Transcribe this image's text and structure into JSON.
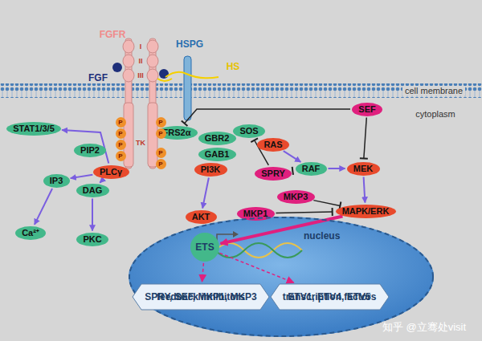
{
  "diagram": {
    "nodes": [
      {
        "text": [
          "SEF"
        ]
      },
      {
        "text": [
          "FRS2α"
        ]
      },
      {
        "text": [
          "GBR2"
        ]
      },
      {
        "text": [
          "SOS"
        ]
      },
      {
        "text": [
          "RAS"
        ]
      },
      {
        "text": [
          "RAF"
        ]
      },
      {
        "text": [
          "MEK"
        ]
      },
      {
        "text": [
          "STAT1/3/5"
        ]
      },
      {
        "text": [
          "PIP2"
        ]
      },
      {
        "text": [
          "PLCγ"
        ]
      },
      {
        "text": [
          "GAB1"
        ]
      },
      {
        "text": [
          "PI3K"
        ]
      },
      {
        "text": [
          "SPRY"
        ]
      },
      {
        "text": [
          "MKP3"
        ]
      },
      {
        "text": [
          "IP3"
        ]
      },
      {
        "text": [
          "DAG"
        ]
      },
      {
        "text": [
          "MKP1"
        ]
      },
      {
        "text": [
          "AKT"
        ]
      },
      {
        "text": [
          "MAPK/ERK"
        ]
      },
      {
        "text": [
          "Ca²⁺"
        ]
      },
      {
        "text": [
          "PKC"
        ]
      },
      {
        "text": [
          "nucleus"
        ]
      },
      {
        "text": [
          "ETS"
        ],
        "in": 21
      },
      {
        "text": [
          "feedback inhibitors",
          "SPRY, SEF, MKP1, MKP3"
        ],
        "in": 21
      },
      {
        "text": [
          "transcription factors",
          "ETV1, ETV4, ETV5"
        ],
        "in": 21
      },
      {
        "text": [
          "P"
        ]
      },
      {
        "text": [
          "P"
        ]
      },
      {
        "text": [
          "P"
        ]
      },
      {
        "text": [
          "P"
        ]
      },
      {
        "text": [
          "P"
        ]
      },
      {
        "text": [
          "P"
        ]
      },
      {
        "text": [
          "P"
        ]
      },
      {
        "text": [
          "P"
        ]
      }
    ],
    "edges": [
      {
        "from": 9,
        "to": 7,
        "arrow": "to"
      },
      {
        "from": 9,
        "to": 14,
        "arrow": "to"
      },
      {
        "from": 9,
        "to": 15,
        "arrow": "to"
      },
      {
        "from": 14,
        "to": 19,
        "arrow": "to"
      },
      {
        "from": 15,
        "to": 20,
        "arrow": "to"
      },
      {
        "from": 11,
        "to": 17,
        "arrow": "to"
      },
      {
        "from": 4,
        "to": 5,
        "arrow": "to"
      },
      {
        "from": 5,
        "to": 6,
        "arrow": "to"
      },
      {
        "from": 6,
        "to": 18,
        "arrow": "to"
      },
      {
        "from": 18,
        "to": 22,
        "arrow": "to"
      },
      {
        "from": 12,
        "to": 3,
        "arrow": "none"
      },
      {
        "from": 12,
        "to": 5,
        "arrow": "none"
      },
      {
        "from": 16,
        "to": 18,
        "arrow": "none"
      },
      {
        "from": 13,
        "to": 18,
        "arrow": "none"
      },
      {
        "from": 0,
        "to": 1,
        "arrow": "none"
      },
      {
        "from": 0,
        "to": 6,
        "arrow": "none"
      },
      {
        "from": 22,
        "to": 23,
        "arrow": "to"
      },
      {
        "from": 22,
        "to": 24,
        "arrow": "to"
      }
    ],
    "labels": [
      "FGFR",
      "HSPG",
      "FGF",
      "HS",
      "I",
      "II",
      "III",
      "TK",
      "cell membrane",
      "cytoplasm",
      "知乎 @立骞处visit"
    ]
  }
}
